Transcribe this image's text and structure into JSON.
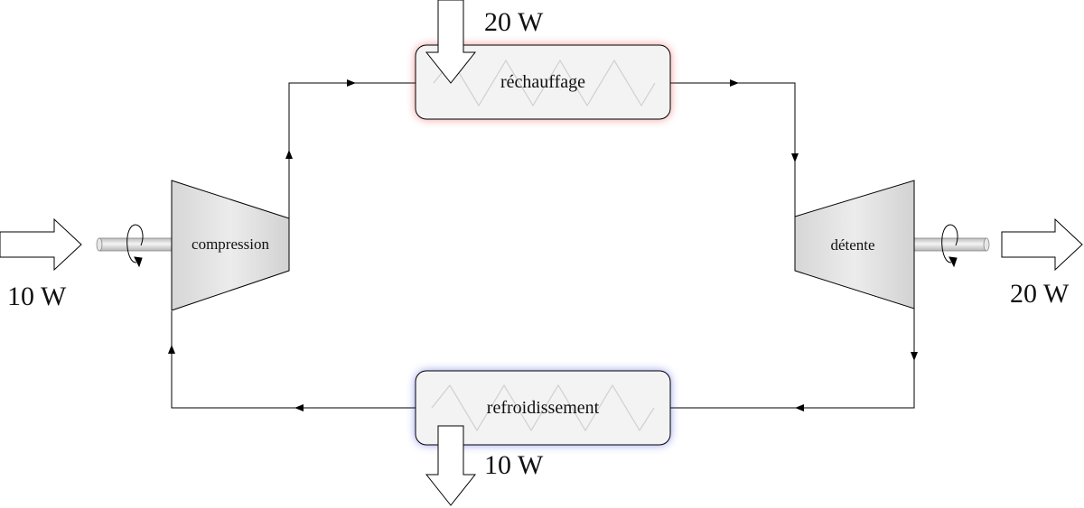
{
  "heater": {
    "label": "réchauffage",
    "power": "20 W",
    "glow_color": "#e02020"
  },
  "cooler": {
    "label": "refroidissement",
    "power": "10 W",
    "glow_color": "#2030e0"
  },
  "compressor": {
    "label": "compression",
    "power_in": "10 W"
  },
  "turbine": {
    "label": "détente",
    "power_out": "20 W"
  },
  "colors": {
    "line": "#000000",
    "box_fill": "#f3f3f3",
    "machine_fill": "#e4e4e4",
    "zigzag": "#d4d4d4"
  }
}
